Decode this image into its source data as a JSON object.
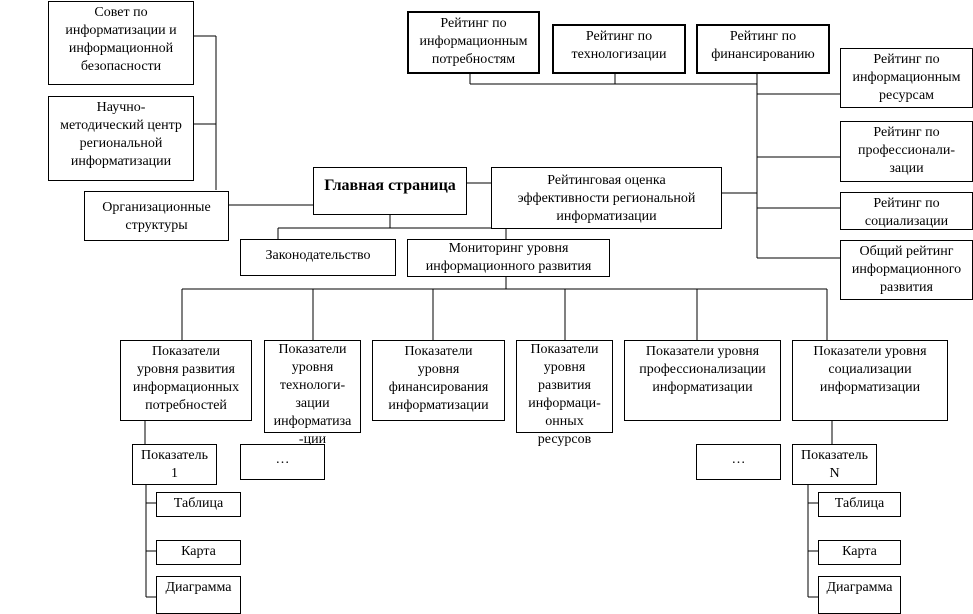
{
  "nodes": {
    "sovet": "Совет по\nинформатизации и\nинформационной\nбезопасности",
    "nmc": "Научно-\nметодический центр\nрегиональной\nинформатизации",
    "org": "Организационные\nструктуры",
    "main": "Главная страница",
    "zakon": "Законодательство",
    "monitoring": "Мониторинг уровня\nинформационного развития",
    "reit_ocenka": "Рейтинговая оценка\nэффективности региональной\nинформатизации",
    "r_info_potr": "Рейтинг по\nинформационным\nпотребностям",
    "r_tech": "Рейтинг по\nтехнологизации",
    "r_fin": "Рейтинг по\nфинансированию",
    "r_info_res": "Рейтинг по\nинформационным\nресурсам",
    "r_prof": "Рейтинг по\nпрофессионали-\nзации",
    "r_soc": "Рейтинг по\nсоциализации",
    "r_total": "Общий рейтинг\nинформационного\nразвития",
    "p_potr": "Показатели\nуровня развития\nинформационных\nпотребностей",
    "p_tech": "Показатели\nуровня\nтехнологи-\nзации\nинформатиза\n-ции",
    "p_fin": "Показатели\nуровня\nфинансирования\nинформатизации",
    "p_res": "Показатели\nуровня\nразвития\nинформаци-\nонных\nресурсов",
    "p_prof": "Показатели уровня\nпрофессионализации\nинформатизации",
    "p_soc": "Показатели уровня\nсоциализации\nинформатизации",
    "ind1": "Показатель\n1",
    "dots1": "…",
    "dots2": "…",
    "indN": "Показатель\nN",
    "tab1": "Таблица",
    "map1": "Карта",
    "diag1": "Диаграмма",
    "tabN": "Таблица",
    "mapN": "Карта",
    "diagN": "Диаграмма"
  }
}
